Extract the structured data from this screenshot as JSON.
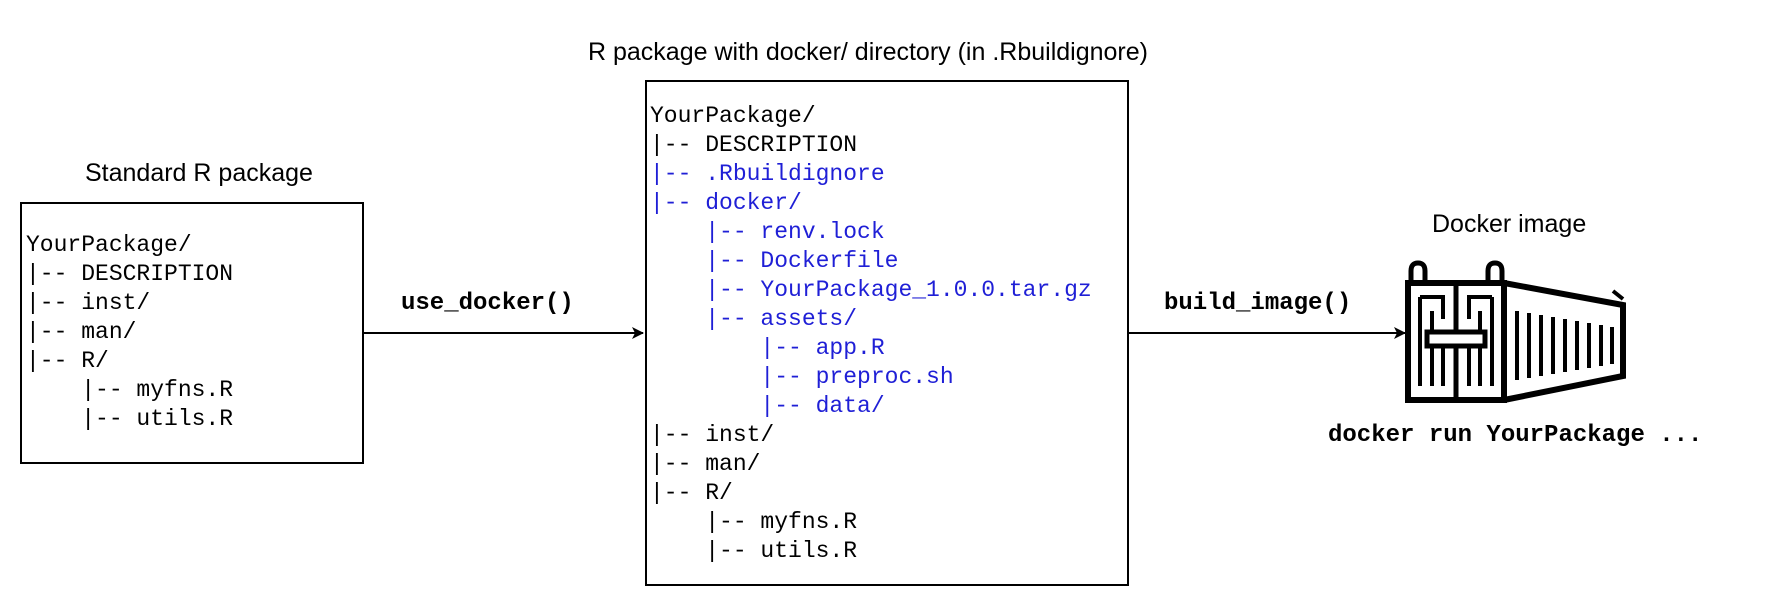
{
  "colors": {
    "text": "#000000",
    "highlight": "#1f1fd6",
    "border": "#000000"
  },
  "standard": {
    "title": "Standard R package",
    "lines": [
      {
        "text": "YourPackage/",
        "highlight": false
      },
      {
        "text": "|-- DESCRIPTION",
        "highlight": false
      },
      {
        "text": "|-- inst/",
        "highlight": false
      },
      {
        "text": "|-- man/",
        "highlight": false
      },
      {
        "text": "|-- R/",
        "highlight": false
      },
      {
        "text": "    |-- myfns.R",
        "highlight": false
      },
      {
        "text": "    |-- utils.R",
        "highlight": false
      }
    ]
  },
  "docker_pkg": {
    "title": "R package with docker/ directory (in .Rbuildignore)",
    "lines": [
      {
        "text": "YourPackage/",
        "highlight": false
      },
      {
        "text": "|-- DESCRIPTION",
        "highlight": false
      },
      {
        "text": "|-- .Rbuildignore",
        "highlight": true
      },
      {
        "text": "|-- docker/",
        "highlight": true
      },
      {
        "text": "    |-- renv.lock",
        "highlight": true
      },
      {
        "text": "    |-- Dockerfile",
        "highlight": true
      },
      {
        "text": "    |-- YourPackage_1.0.0.tar.gz",
        "highlight": true
      },
      {
        "text": "    |-- assets/",
        "highlight": true
      },
      {
        "text": "        |-- app.R",
        "highlight": true
      },
      {
        "text": "        |-- preproc.sh",
        "highlight": true
      },
      {
        "text": "        |-- data/",
        "highlight": true
      },
      {
        "text": "|-- inst/",
        "highlight": false
      },
      {
        "text": "|-- man/",
        "highlight": false
      },
      {
        "text": "|-- R/",
        "highlight": false
      },
      {
        "text": "    |-- myfns.R",
        "highlight": false
      },
      {
        "text": "    |-- utils.R",
        "highlight": false
      }
    ]
  },
  "edges": {
    "use_docker": "use_docker()",
    "build_image": "build_image()"
  },
  "docker_image": {
    "title": "Docker image",
    "icon": "shipping-container-icon",
    "command": "docker run YourPackage ..."
  }
}
